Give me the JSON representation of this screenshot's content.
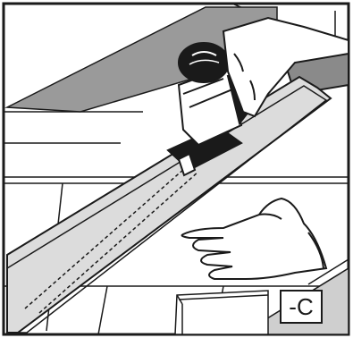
{
  "figure": {
    "step_label": "-C",
    "colors": {
      "line": "#1a1a1a",
      "board": "#d9d9d9",
      "dark_board": "#9a9a9a",
      "tool_body": "#ffffff",
      "tool_black": "#1a1a1a",
      "background": "#ffffff"
    },
    "parts": [
      "jigsaw-icon",
      "guide-rail",
      "left-hand-icon",
      "right-hand-icon",
      "board-piece"
    ]
  }
}
